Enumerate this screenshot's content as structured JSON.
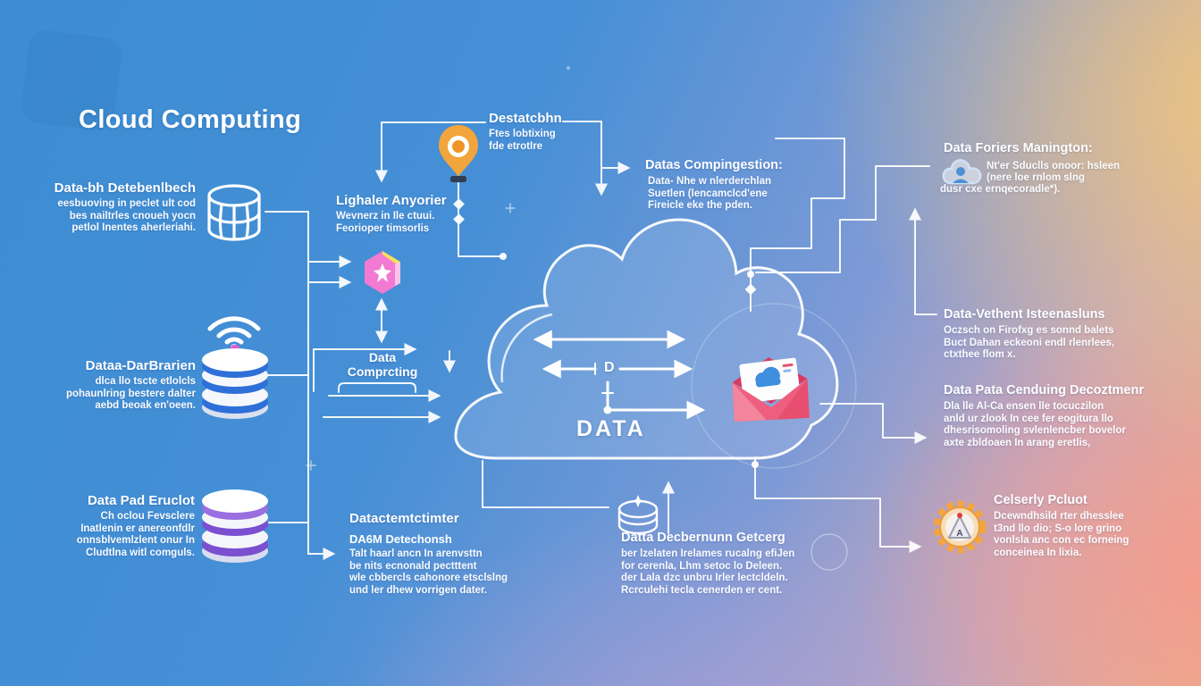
{
  "title": "Cloud Computing",
  "cloud": {
    "label": "DATA",
    "d": "D"
  },
  "left": [
    {
      "heading": "Data-bh Detebenlbech",
      "lines": [
        "eesbuoving in peclet ult cod",
        "bes nailtrles cnoueh yocn",
        "petlol Inentes aherleriahi."
      ]
    },
    {
      "heading": "Dataa-DarBrarien",
      "lines": [
        "dlca llo tscte etlolcls",
        "pohaunlring bestere dalter",
        "aebd beoak en'oeen."
      ]
    },
    {
      "heading": "Data Pad Eruclot",
      "lines": [
        "Ch oclou Fevsclere",
        "Inatlenin er anereonfdlr",
        "onnsblvemlzlent onur In",
        "Cludtlna witl comguls."
      ]
    }
  ],
  "mid": {
    "destatcbhn": {
      "heading": "Destatcbhn",
      "lines": [
        "Ftes lobtixing",
        "fde etrotIre"
      ]
    },
    "lighaler": {
      "heading": "Lighaler Anyorier",
      "lines": [
        "Wevnerz in Ile ctuui.",
        "Feorioper timsorlis"
      ]
    },
    "comprcting": {
      "line1": "Data",
      "line2": "Comprcting"
    },
    "compingestion": {
      "heading": "Datas Compingestion:",
      "lines": [
        "Data- Nhe w nlerderchlan",
        "Suetlen (lencamclcd'ene",
        "Fireicle eke the pden."
      ]
    },
    "datactem": {
      "heading": "Datactemtctimter",
      "subheading": "DA6M Detechonsh",
      "lines": [
        "Talt haarl ancn In arenvsttn",
        "be nits ecnonald pectttent",
        "wle cbbercls cahonore etsclslng",
        "und ler dhew vorrigen dater."
      ]
    },
    "decbernunn": {
      "heading": "Datta Decbernunn Getcerg",
      "lines": [
        "ber lzelaten Irelames rucalng efiJen",
        "for cerenla, Lhm setoc lo Deleen.",
        "der Lala dzc unbru Irler lectcldeln.",
        "Rcrculehi tecla cenerden er cent."
      ]
    }
  },
  "right": [
    {
      "heading": "Data Foriers Manington:",
      "lines": [
        "Nt'er Sduclls onoor: hsleen",
        "(nere loe rnlom slng",
        "dusr cxe ernqecoradle*)."
      ]
    },
    {
      "heading": "Data-Vethent Isteenasluns",
      "lines": [
        "Oczsch on Firofxg es sonnd balets",
        "Buct Dahan eckeoni endl rlenrlees,",
        "ctxthee flom x."
      ]
    },
    {
      "heading": "Data Pata Cenduing Decoztmenr",
      "lines": [
        "Dla lle Al-Ca ensen lle tocuczilon",
        "anld ur zlook In cee fer eogitura llo",
        "dhesrisomoling svlenlencber bovelor",
        "axte zbldoaen In arang eretlis,"
      ]
    },
    {
      "heading": "Celserly Pcluot",
      "lines": [
        "Dcewndhsild rter dhesslee",
        "t3nd llo dio; S-o lore grino",
        "vonlsla anc con ec forneing",
        "conceinea In lixia."
      ]
    }
  ],
  "icons": {
    "database_grid": "database-grid-icon",
    "wifi": "wifi-icon",
    "database_blue": "database-blue-icon",
    "database_purple": "database-purple-icon",
    "location_pin": "location-pin-icon",
    "hexagon_package": "hexagon-package-icon",
    "envelope_mail": "mail-envelope-icon",
    "user_cloud": "user-cloud-icon",
    "shield_badge": "security-badge-icon",
    "storage_box": "storage-box-icon"
  },
  "colors": {
    "bg_blue": "#3c8dd3",
    "bg_orange": "#eec57d",
    "bg_pink": "#f29c95",
    "bg_lavender": "#a89fd4",
    "line": "#ffffff",
    "pin_orange": "#f2a53c",
    "hexagon_pink": "#f27ad2",
    "envelope_pink": "#ee5f7f",
    "db_blue": "#2f6fd8",
    "db_purple": "#7a4fd0",
    "badge_orange": "#f3a63e",
    "text": "#ffffff"
  }
}
